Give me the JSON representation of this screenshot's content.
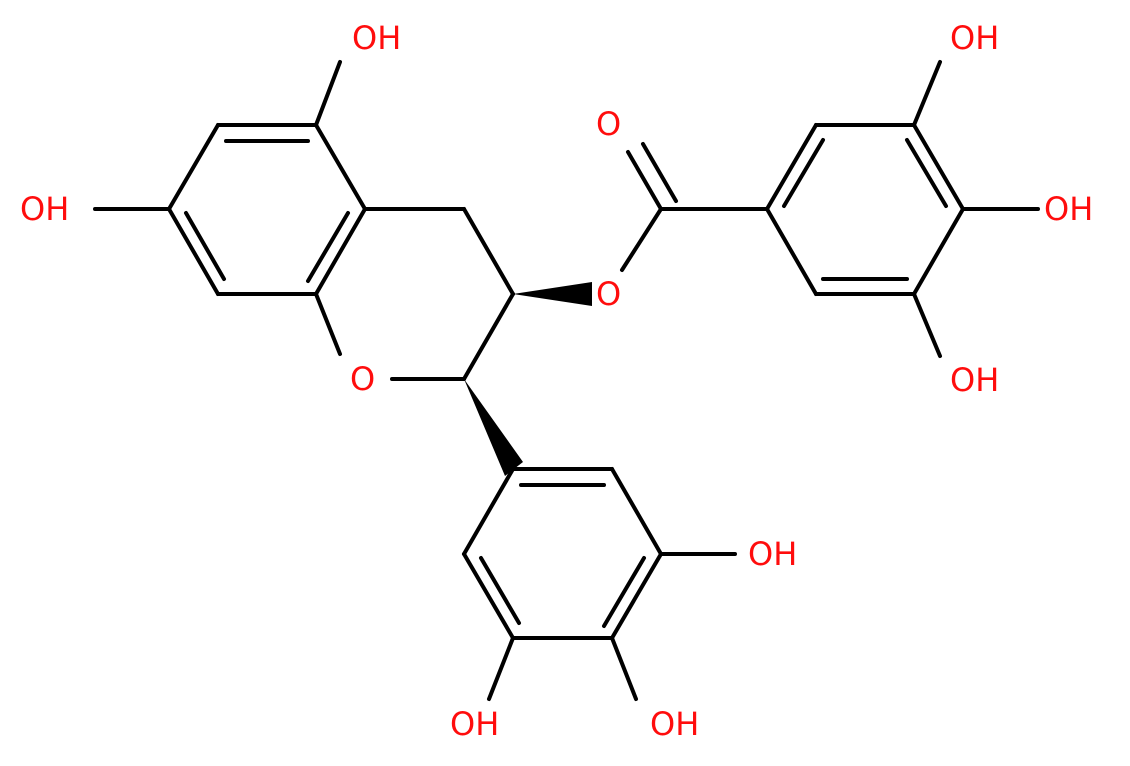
{
  "molecule": {
    "label_color": "#ff0d0d",
    "bond_color": "#000000",
    "background": "#ffffff",
    "labels": {
      "oh_top_a_ring": "OH",
      "oh_left_a_ring": "OH",
      "ring_oxygen": "O",
      "ester_oxygen": "O",
      "carbonyl_oxygen": "O",
      "oh_galloyl_top": "OH",
      "oh_galloyl_right": "OH",
      "oh_galloyl_bottom": "OH",
      "oh_b_ring_right": "OH",
      "oh_b_ring_bottom_left": "OH",
      "oh_b_ring_bottom_right": "OH"
    }
  }
}
